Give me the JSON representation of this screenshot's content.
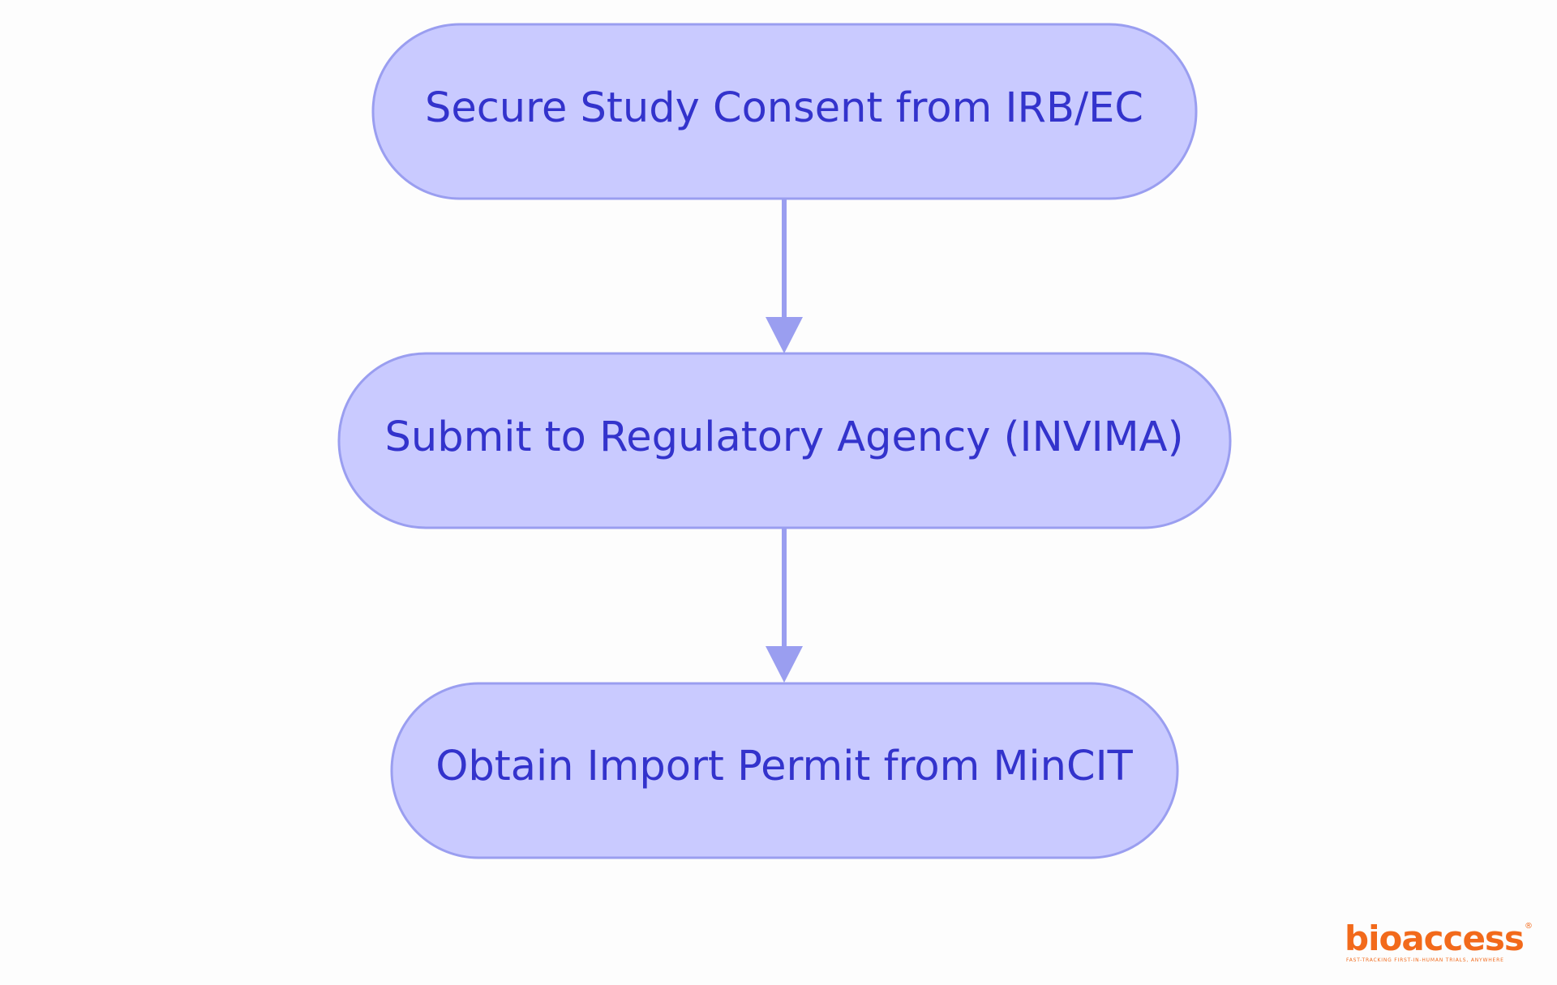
{
  "colors": {
    "node_fill": "#c9caff",
    "node_stroke": "#9a9ef0",
    "node_text": "#3333cc",
    "connector": "#9a9ef0",
    "logo": "#f26a1b",
    "background": "#fdfdfd"
  },
  "nodes": [
    {
      "label": "Secure Study Consent from IRB/EC"
    },
    {
      "label": "Submit to Regulatory Agency (INVIMA)"
    },
    {
      "label": "Obtain Import Permit from MinCIT"
    }
  ],
  "edges": [
    {
      "from": 0,
      "to": 1
    },
    {
      "from": 1,
      "to": 2
    }
  ],
  "logo": {
    "name": "bioaccess",
    "registered_mark": "®",
    "tagline": "FAST-TRACKING FIRST-IN-HUMAN TRIALS, ANYWHERE"
  }
}
